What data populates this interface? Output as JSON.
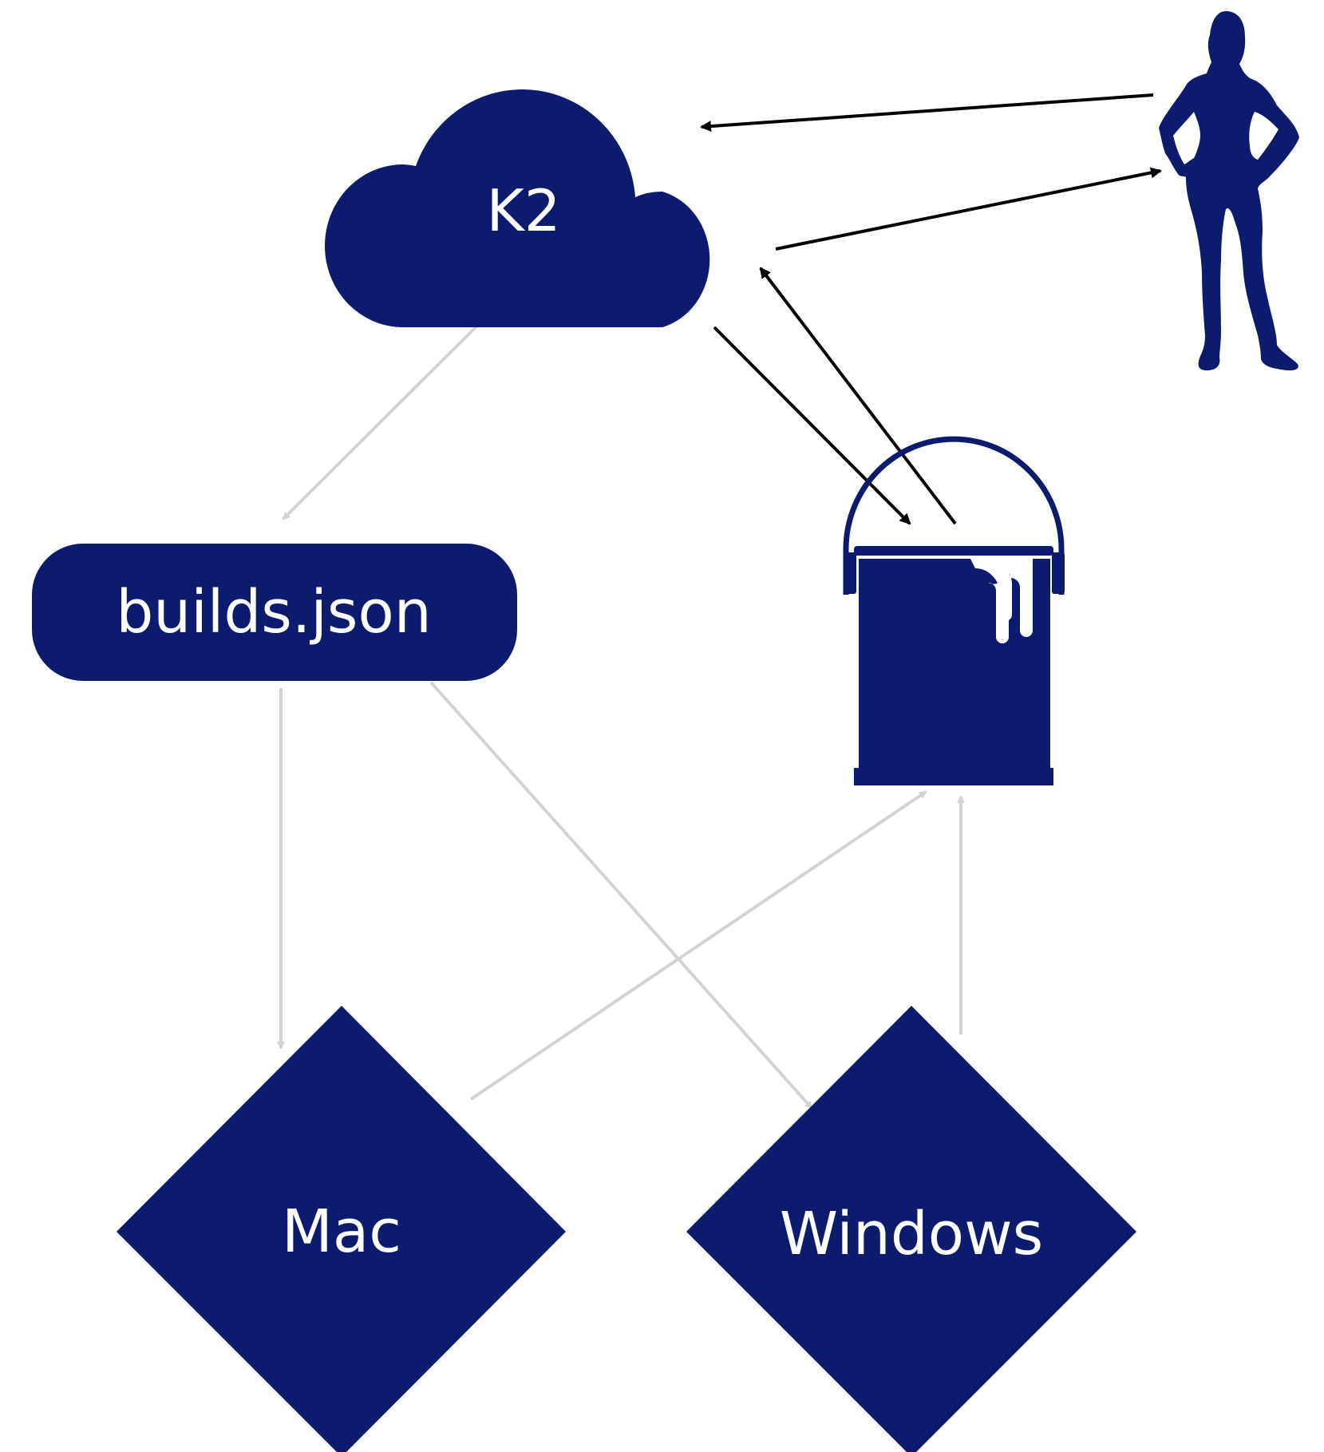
{
  "colors": {
    "node_fill": "#0c1b6e",
    "label": "#ffffff",
    "edge_grey": "#d3d3d3",
    "edge_black": "#000000"
  },
  "nodes": {
    "k2": {
      "label": "K2",
      "shape": "cloud"
    },
    "builds": {
      "label": "builds.json",
      "shape": "rounded-rectangle"
    },
    "bucket": {
      "label": "",
      "shape": "paint-bucket-icon"
    },
    "user": {
      "label": "",
      "shape": "person-silhouette-icon"
    },
    "mac": {
      "label": "Mac",
      "shape": "diamond"
    },
    "windows": {
      "label": "Windows",
      "shape": "diamond"
    }
  },
  "edges": [
    {
      "from": "user",
      "to": "k2",
      "style": "black"
    },
    {
      "from": "k2",
      "to": "user",
      "style": "black"
    },
    {
      "from": "k2",
      "to": "bucket",
      "style": "black"
    },
    {
      "from": "bucket",
      "to": "k2",
      "style": "black"
    },
    {
      "from": "k2",
      "to": "builds",
      "style": "grey"
    },
    {
      "from": "builds",
      "to": "mac",
      "style": "grey"
    },
    {
      "from": "builds",
      "to": "windows",
      "style": "grey"
    },
    {
      "from": "mac",
      "to": "bucket",
      "style": "grey"
    },
    {
      "from": "windows",
      "to": "bucket",
      "style": "grey"
    }
  ]
}
